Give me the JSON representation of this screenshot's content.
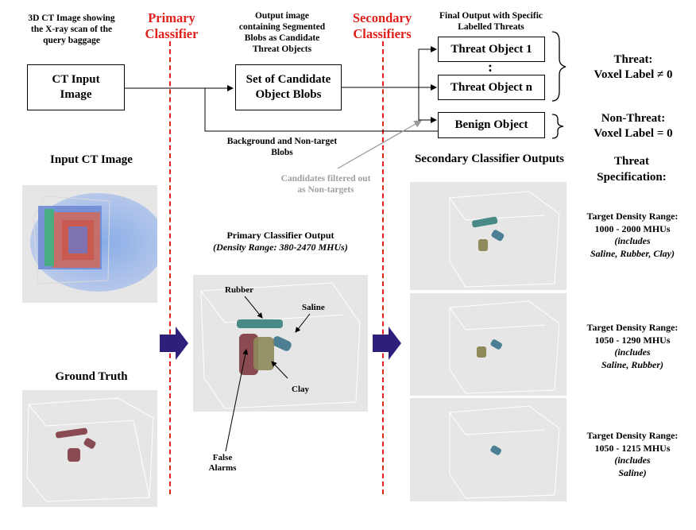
{
  "captions": {
    "input_description": "3D CT Image showing the X-ray scan of the query baggage",
    "candidate_description": "Output image containing Segmented Blobs as Candidate Threat Objects",
    "final_description": "Final Output with Specific Labelled Threats",
    "background_blobs": "Background and Non-target Blobs",
    "filtered_candidates": "Candidates filtered out as Non-targets"
  },
  "stages": {
    "primary": "Primary Classifier",
    "secondary": "Secondary Classifiers"
  },
  "boxes": {
    "ct_input": "CT Input Image",
    "candidates": "Set of Candidate Object Blobs",
    "threat_1": "Threat Object 1",
    "ellipsis": ":",
    "threat_n": "Threat Object n",
    "benign": "Benign Object"
  },
  "labels": {
    "threat_line1": "Threat:",
    "threat_line2": "Voxel Label ≠ 0",
    "nonthreat_line1": "Non-Threat:",
    "nonthreat_line2": "Voxel Label = 0"
  },
  "sections": {
    "input_ct": "Input CT Image",
    "ground_truth": "Ground Truth",
    "primary_output_title": "Primary Classifier Output",
    "primary_output_range": "(Density Range: 380-2470 MHUs)",
    "secondary_outputs": "Secondary Classifier Outputs",
    "threat_spec": "Threat Specification:"
  },
  "annotations": {
    "rubber": "Rubber",
    "saline": "Saline",
    "clay": "Clay",
    "false_alarms": "False Alarms"
  },
  "specs": [
    {
      "l1": "Target Density Range:",
      "l2": "1000 - 2000 MHUs",
      "l3": "(includes",
      "l4": "Saline, Rubber, Clay)"
    },
    {
      "l1": "Target Density Range:",
      "l2": "1050 - 1290 MHUs",
      "l3": "(includes",
      "l4": "Saline, Rubber)"
    },
    {
      "l1": "Target Density Range:",
      "l2": "1050 - 1215 MHUs",
      "l3": "(includes",
      "l4": "Saline)"
    }
  ],
  "colors": {
    "accent_red": "#e0201b",
    "arrow_navy": "#2e1f7a",
    "panel_gray": "#e6e6e6",
    "rubber": "#4a8a86",
    "saline": "#4c7f93",
    "clay": "#8e8a5a",
    "false_alarm": "#8a4a52"
  }
}
